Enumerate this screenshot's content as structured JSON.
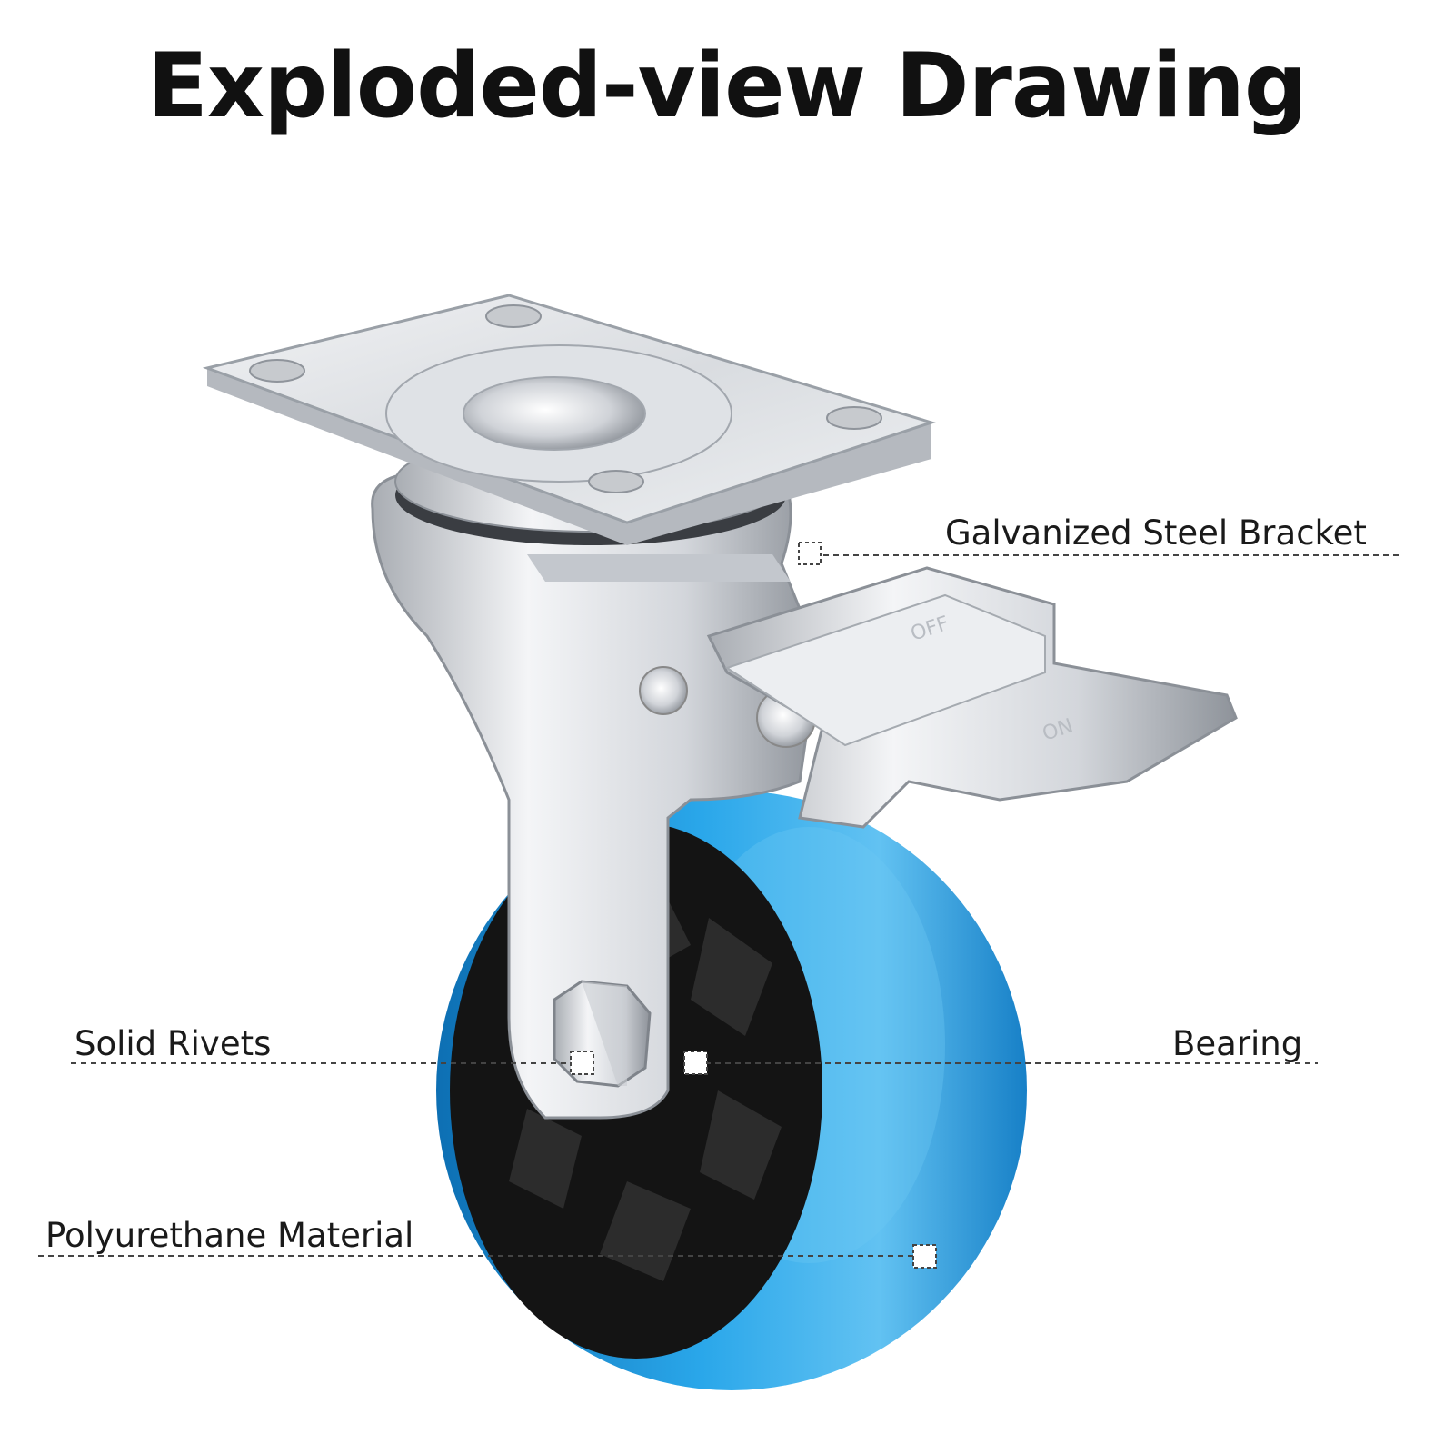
{
  "title": "Exploded-view Drawing",
  "callouts": [
    {
      "id": "bracket",
      "label": "Galvanized Steel Bracket"
    },
    {
      "id": "rivets",
      "label": "Solid Rivets"
    },
    {
      "id": "bearing",
      "label": "Bearing"
    },
    {
      "id": "wheel",
      "label": "Polyurethane Material"
    }
  ],
  "brake_marks": {
    "off": "OFF",
    "on": "ON"
  },
  "colors": {
    "steel": "#e4e6ea",
    "steel_dark": "#9ea3aa",
    "wheel_blue": "#1e9be0",
    "wheel_blue_dark": "#0d6fb3",
    "hub": "#141414",
    "leader": "#444444"
  }
}
